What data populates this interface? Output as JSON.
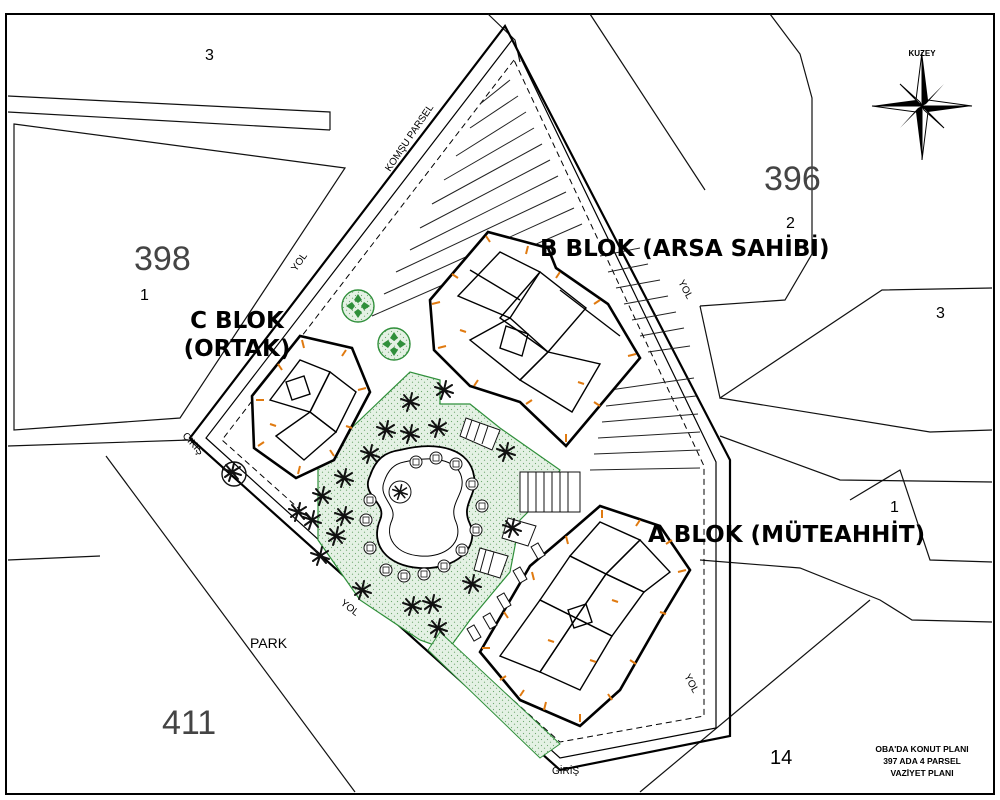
{
  "plan": {
    "north_label": "KUZEY",
    "title_lines": [
      "OBA'DA KONUT PLANI",
      "397 ADA 4 PARSEL",
      "VAZİYET PLANI"
    ],
    "blocks": {
      "a": "A BLOK (MÜTEAHHİT)",
      "b": "B BLOK (ARSA SAHİBİ)",
      "c_line1": "C BLOK",
      "c_line2": "(ORTAK)"
    },
    "roads": {
      "yol_west": "YOL",
      "yol_east": "YOL",
      "yol_south": "YOL",
      "yol_southeast": "YOL",
      "komsu_parsel": "KOMŞU PARSEL",
      "cikis": "ÇIKIŞ",
      "giris": "GİRİŞ",
      "park": "PARK"
    },
    "parcels": {
      "p3_top": "3",
      "p396": "396",
      "p2": "2",
      "p398": "398",
      "p1_left": "1",
      "p3_right": "3",
      "p1_right": "1",
      "p411": "411",
      "p14": "14"
    }
  },
  "colors": {
    "line": "#000000",
    "accent_orange": "#e07a10",
    "landscape_green": "#2f8f3a",
    "grass_fill": "#d9ecd9"
  }
}
